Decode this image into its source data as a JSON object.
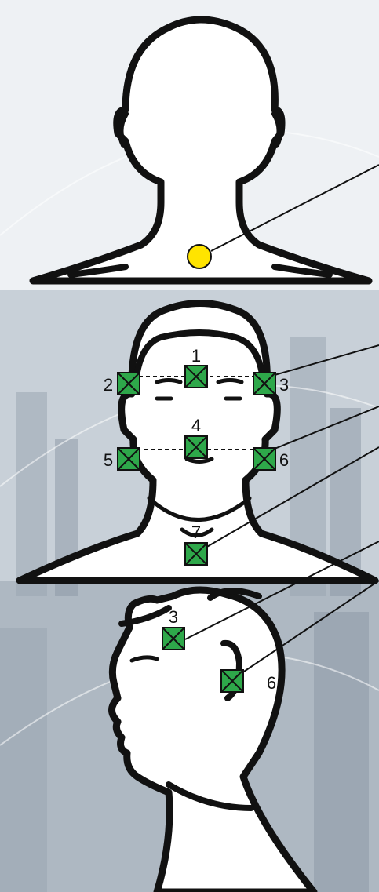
{
  "diagram": {
    "front_electrodes": [
      {
        "id": "1",
        "label": "1"
      },
      {
        "id": "2",
        "label": "2"
      },
      {
        "id": "3",
        "label": "3"
      },
      {
        "id": "4",
        "label": "4"
      },
      {
        "id": "5",
        "label": "5"
      },
      {
        "id": "6",
        "label": "6"
      },
      {
        "id": "7",
        "label": "7"
      }
    ],
    "side_electrodes": [
      {
        "id": "3",
        "label": "3"
      },
      {
        "id": "6",
        "label": "6"
      }
    ],
    "colors": {
      "electrode_fill": "#2ea84a",
      "marker_fill": "#ffe400",
      "outline": "#111111"
    }
  }
}
